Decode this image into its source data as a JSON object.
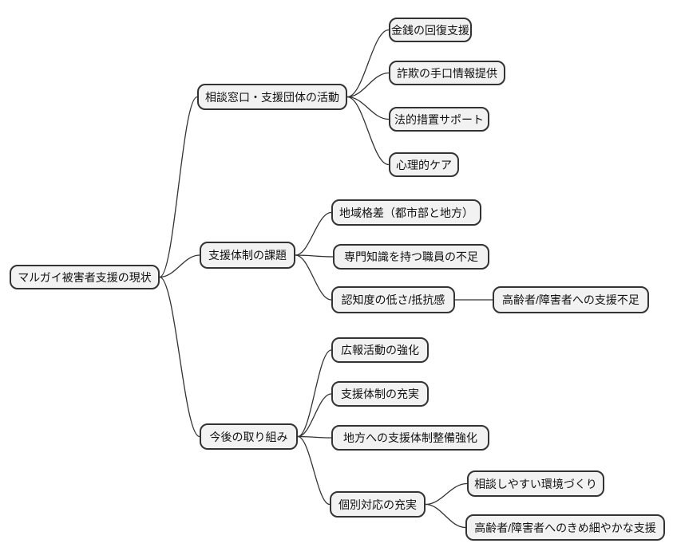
{
  "mindmap": {
    "root": {
      "label": "マルガイ被害者支援の現状"
    },
    "branches": [
      {
        "label": "相談窓口・支援団体の活動",
        "children": [
          {
            "label": "金銭の回復支援"
          },
          {
            "label": "詐欺の手口情報提供"
          },
          {
            "label": "法的措置サポート"
          },
          {
            "label": "心理的ケア"
          }
        ]
      },
      {
        "label": "支援体制の課題",
        "children": [
          {
            "label": "地域格差（都市部と地方）"
          },
          {
            "label": "専門知識を持つ職員の不足"
          },
          {
            "label": "認知度の低さ/抵抗感",
            "children": [
              {
                "label": "高齢者/障害者への支援不足"
              }
            ]
          }
        ]
      },
      {
        "label": "今後の取り組み",
        "children": [
          {
            "label": "広報活動の強化"
          },
          {
            "label": "支援体制の充実"
          },
          {
            "label": "地方への支援体制整備強化"
          },
          {
            "label": "個別対応の充実",
            "children": [
              {
                "label": "相談しやすい環境づくり"
              },
              {
                "label": "高齢者/障害者へのきめ細やかな支援"
              }
            ]
          }
        ]
      }
    ]
  },
  "colors": {
    "node-fill": "#f2f2f2",
    "node-border": "#333333",
    "line": "#333333",
    "text": "#111111",
    "background": "#ffffff"
  }
}
